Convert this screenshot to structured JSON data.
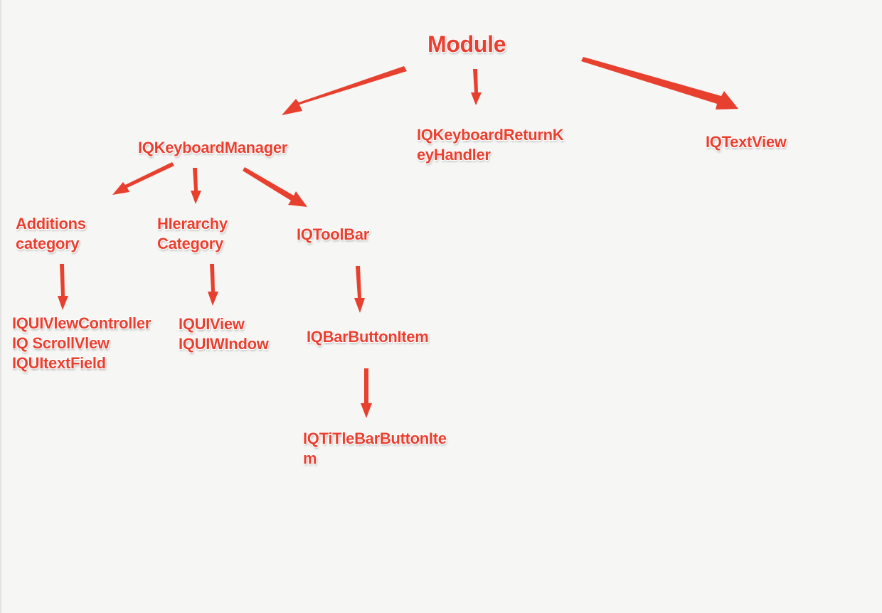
{
  "nodes": {
    "module": [
      "Module"
    ],
    "keyboard_manager": [
      "IQKeyboardManager"
    ],
    "return_key_handler": [
      "IQKeyboardReturnK",
      "eyHandler"
    ],
    "text_view": [
      "IQTextView"
    ],
    "additions_category": [
      "Additions",
      "category"
    ],
    "hierarchy_category": [
      "HIerarchy",
      "Category"
    ],
    "toolbar": [
      "IQToolBar"
    ],
    "additions_files": [
      "IQUIVlewController",
      "IQ ScrollVlew",
      "IQUItextField"
    ],
    "hierarchy_files": [
      "IQUIView",
      "IQUIWIndow"
    ],
    "bar_button_item": [
      "IQBarButtonItem"
    ],
    "title_bar_button_item": [
      "IQTiTleBarButtonIte",
      "m"
    ]
  },
  "colors": {
    "arrow": "#e8402f",
    "text": "#ea3f2f",
    "background": "#f6f6f4"
  }
}
